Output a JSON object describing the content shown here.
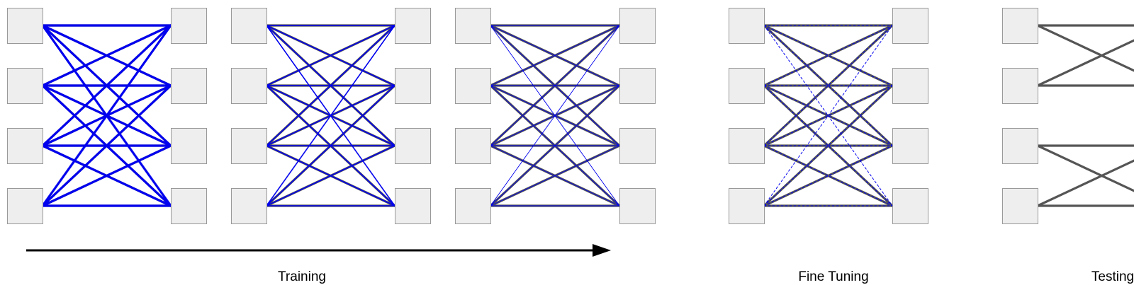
{
  "captions": {
    "training": "Training",
    "fine_tuning": "Fine Tuning",
    "testing": "Testing"
  },
  "colors": {
    "node_fill": "#eeeeee",
    "node_stroke": "#999999",
    "base_edge": "#555555",
    "highlight_edge": "#0000ee",
    "arrow": "#000000"
  },
  "panels": [
    {
      "id": "training-1",
      "rows": 4,
      "base_edges": "dense",
      "highlight": "full",
      "highlight_style": "thick"
    },
    {
      "id": "training-2",
      "rows": 4,
      "base_edges": "dense",
      "highlight": "full",
      "highlight_style": "medium"
    },
    {
      "id": "training-3",
      "rows": 4,
      "base_edges": "dense",
      "highlight": "full",
      "highlight_style": "thin"
    },
    {
      "id": "fine-tuning",
      "rows": 4,
      "base_edges": "dense",
      "highlight": "full",
      "highlight_style": "dashed"
    },
    {
      "id": "testing",
      "rows": 4,
      "base_edges": "pairs",
      "highlight": "none",
      "highlight_style": "none"
    }
  ],
  "training_arrow": {
    "direction": "right"
  }
}
